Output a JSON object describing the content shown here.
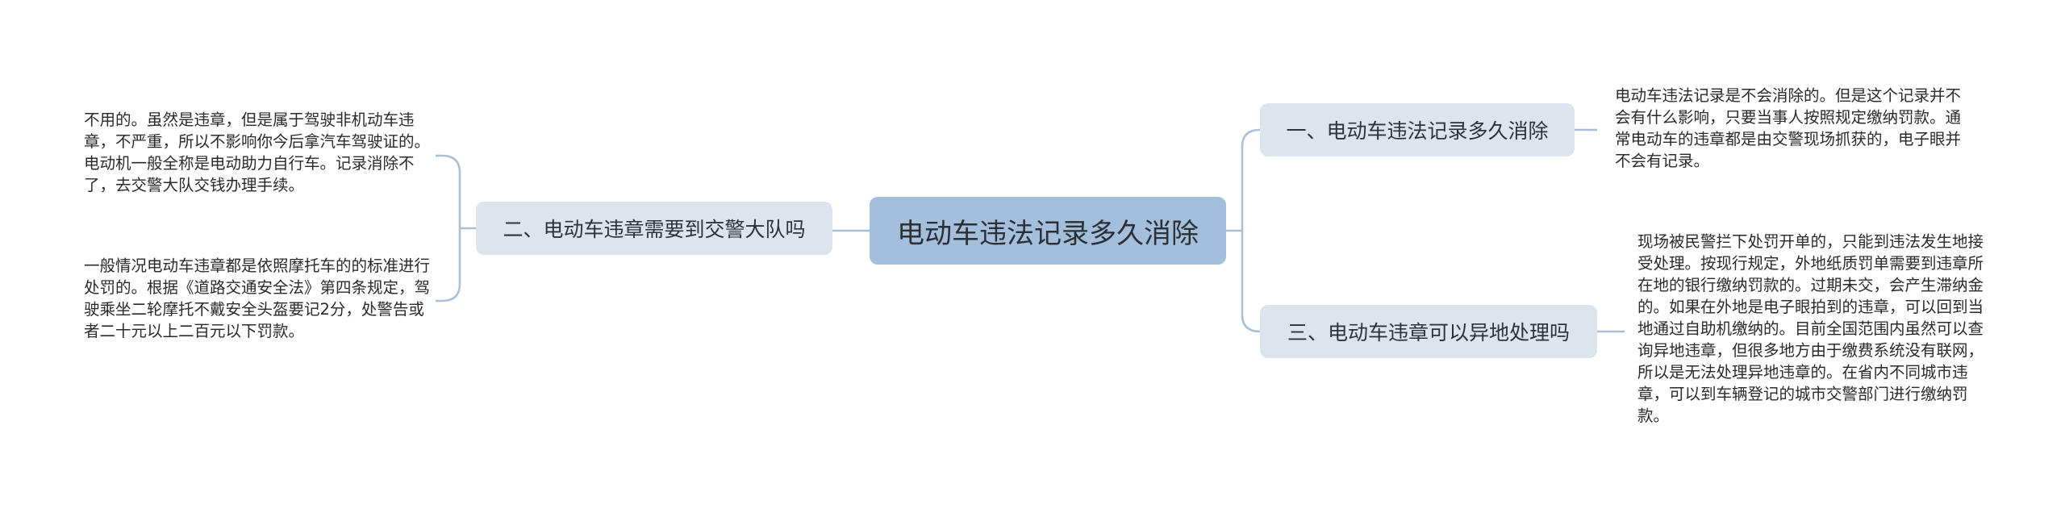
{
  "root": {
    "label": "电动车违法记录多久消除"
  },
  "branches": [
    {
      "label": "二、电动车违章需要到交警大队吗",
      "leaves": [
        "不用的。虽然是违章，但是属于驾驶非机动车违章，不严重，所以不影响你今后拿汽车驾驶证的。电动机一般全称是电动助力自行车。记录消除不了，去交警大队交钱办理手续。",
        "一般情况电动车违章都是依照摩托车的的标准进行处罚的。根据《道路交通安全法》第四条规定，驾驶乘坐二轮摩托不戴安全头盔要记2分，处警告或者二十元以上二百元以下罚款。"
      ]
    },
    {
      "label": "一、电动车违法记录多久消除",
      "leaves": [
        "电动车违法记录是不会消除的。但是这个记录并不会有什么影响，只要当事人按照规定缴纳罚款。通常电动车的违章都是由交警现场抓获的，电子眼并不会有记录。"
      ]
    },
    {
      "label": "三、电动车违章可以异地处理吗",
      "leaves": [
        "现场被民警拦下处罚开单的，只能到违法发生地接受处理。按现行规定，外地纸质罚单需要到违章所在地的银行缴纳罚款的。过期未交，会产生滞纳金的。如果在外地是电子眼拍到的违章，可以回到当地通过自助机缴纳的。目前全国范围内虽然可以查询异地违章，但很多地方由于缴费系统没有联网，所以是无法处理异地违章的。在省内不同城市违章，可以到车辆登记的城市交警部门进行缴纳罚款。"
      ]
    }
  ],
  "colors": {
    "root_fill": "#a3bfdb",
    "branch_fill": "#dce5ee",
    "connector": "#a7c0d8"
  }
}
